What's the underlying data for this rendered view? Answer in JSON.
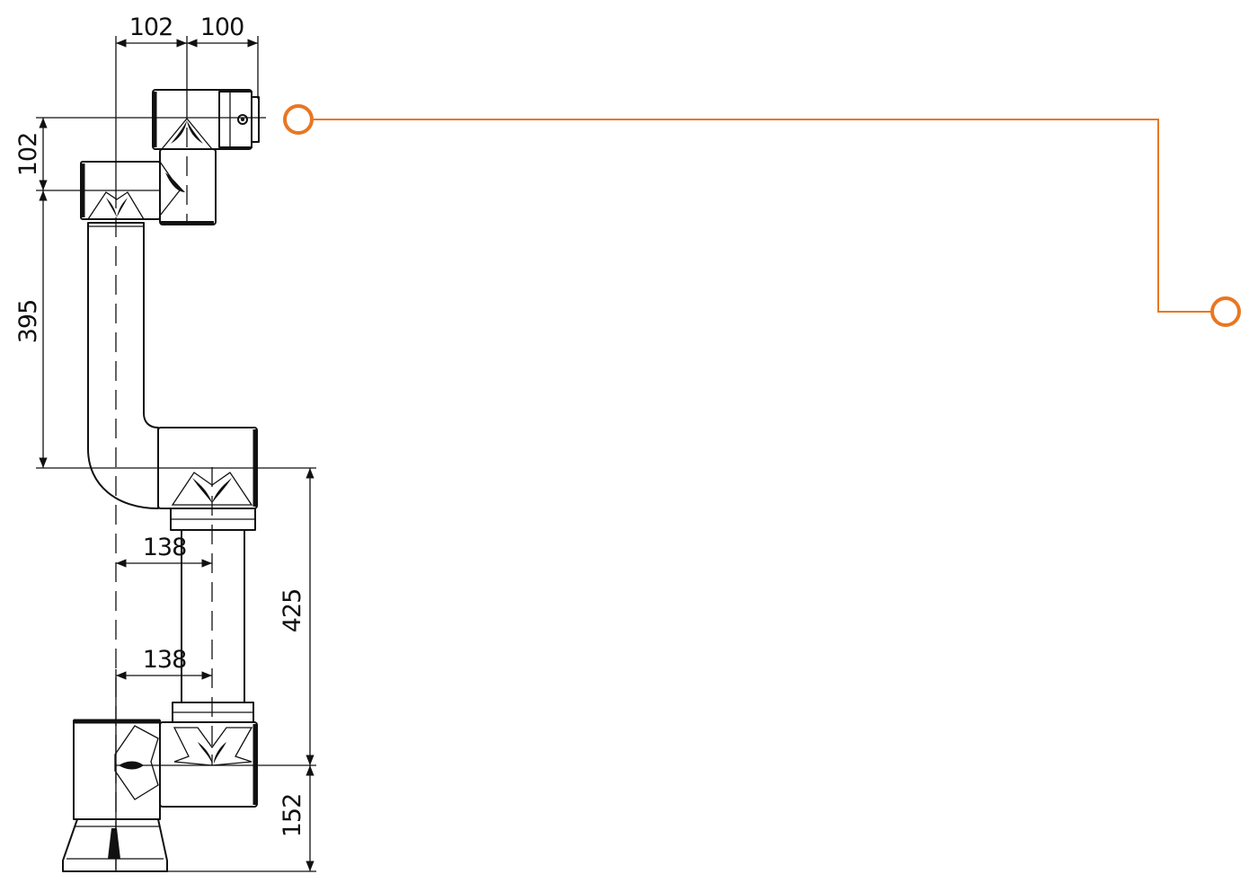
{
  "dimensions": {
    "top_left": "102",
    "top_right": "100",
    "left_offset": "102",
    "upper_arm": "395",
    "elbow_offset_a": "138",
    "elbow_offset_b": "138",
    "forearm": "425",
    "base_height": "152"
  },
  "colors": {
    "accent": "#e87722",
    "line": "#111111"
  },
  "icons": {
    "marker_top": "circle-marker-icon",
    "marker_right": "circle-marker-icon"
  }
}
